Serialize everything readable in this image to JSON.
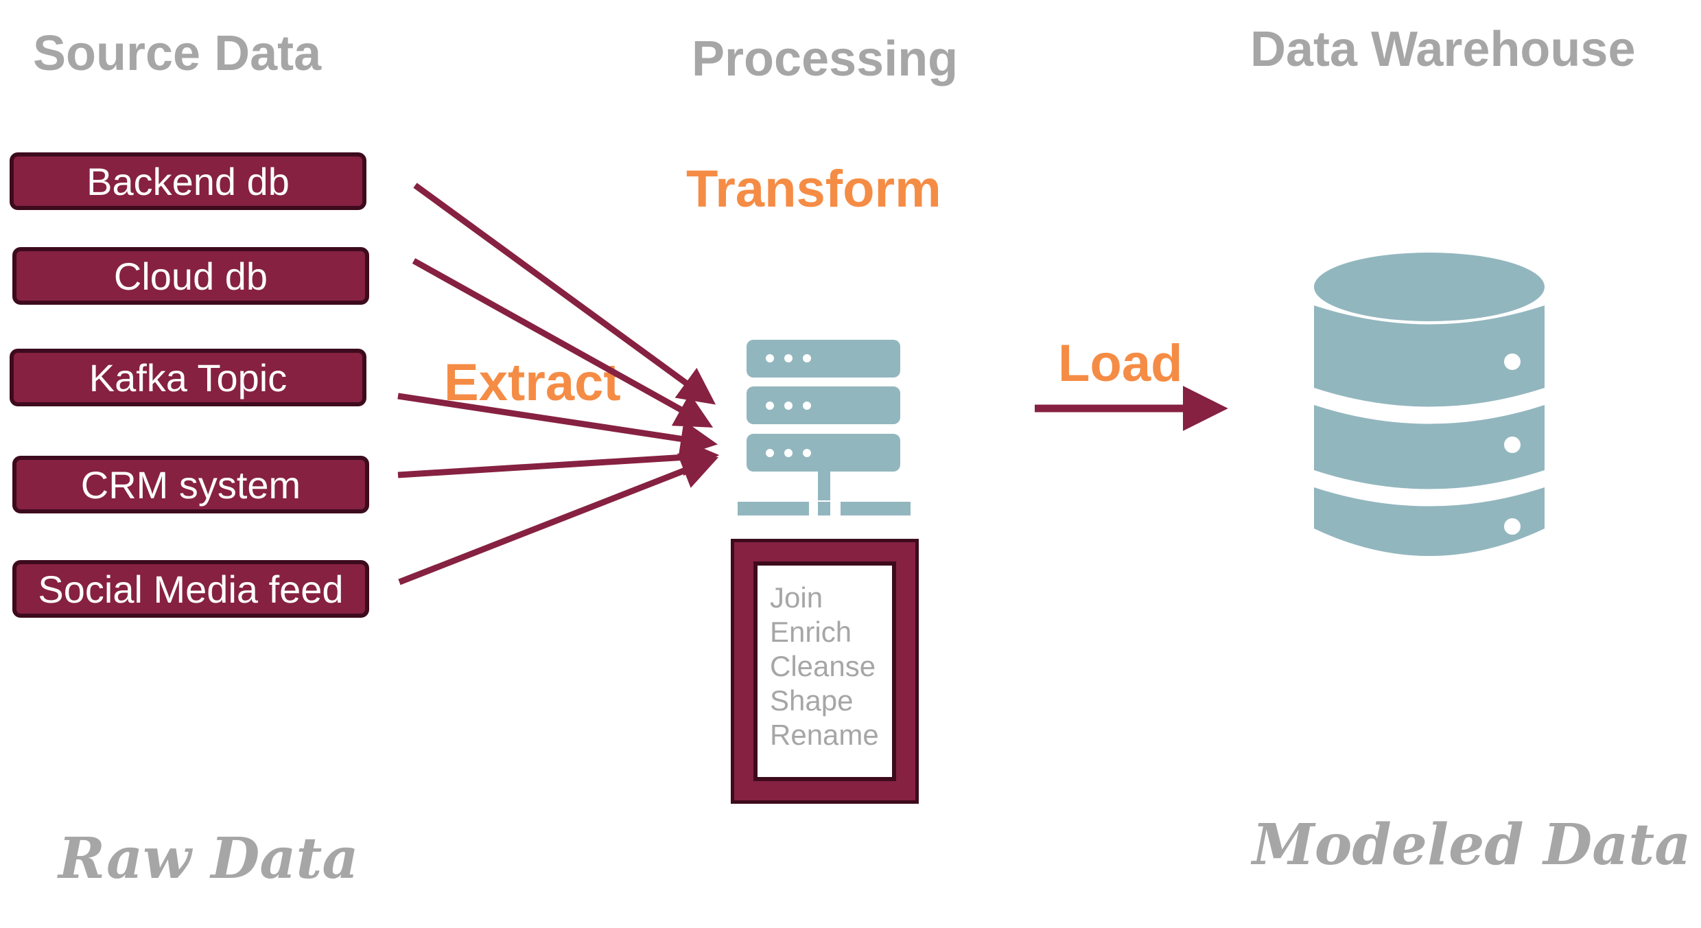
{
  "headings": {
    "source": "Source Data",
    "processing": "Processing",
    "warehouse": "Data Warehouse"
  },
  "stages": {
    "extract": "Extract",
    "transform": "Transform",
    "load": "Load"
  },
  "sources": [
    "Backend db",
    "Cloud db",
    "Kafka Topic",
    "CRM system",
    "Social Media feed"
  ],
  "transform_steps": [
    "Join",
    "Enrich",
    "Cleanse",
    "Shape",
    "Rename"
  ],
  "footers": {
    "raw": "Raw Data",
    "modeled": "Modeled Data"
  },
  "colors": {
    "accent": "#862142",
    "accent_dark": "#3d0b1d",
    "stage": "#f58c45",
    "muted": "#a6a6a6",
    "icon": "#92b6be"
  },
  "icons": {
    "server": "server-icon",
    "database": "database-icon"
  }
}
